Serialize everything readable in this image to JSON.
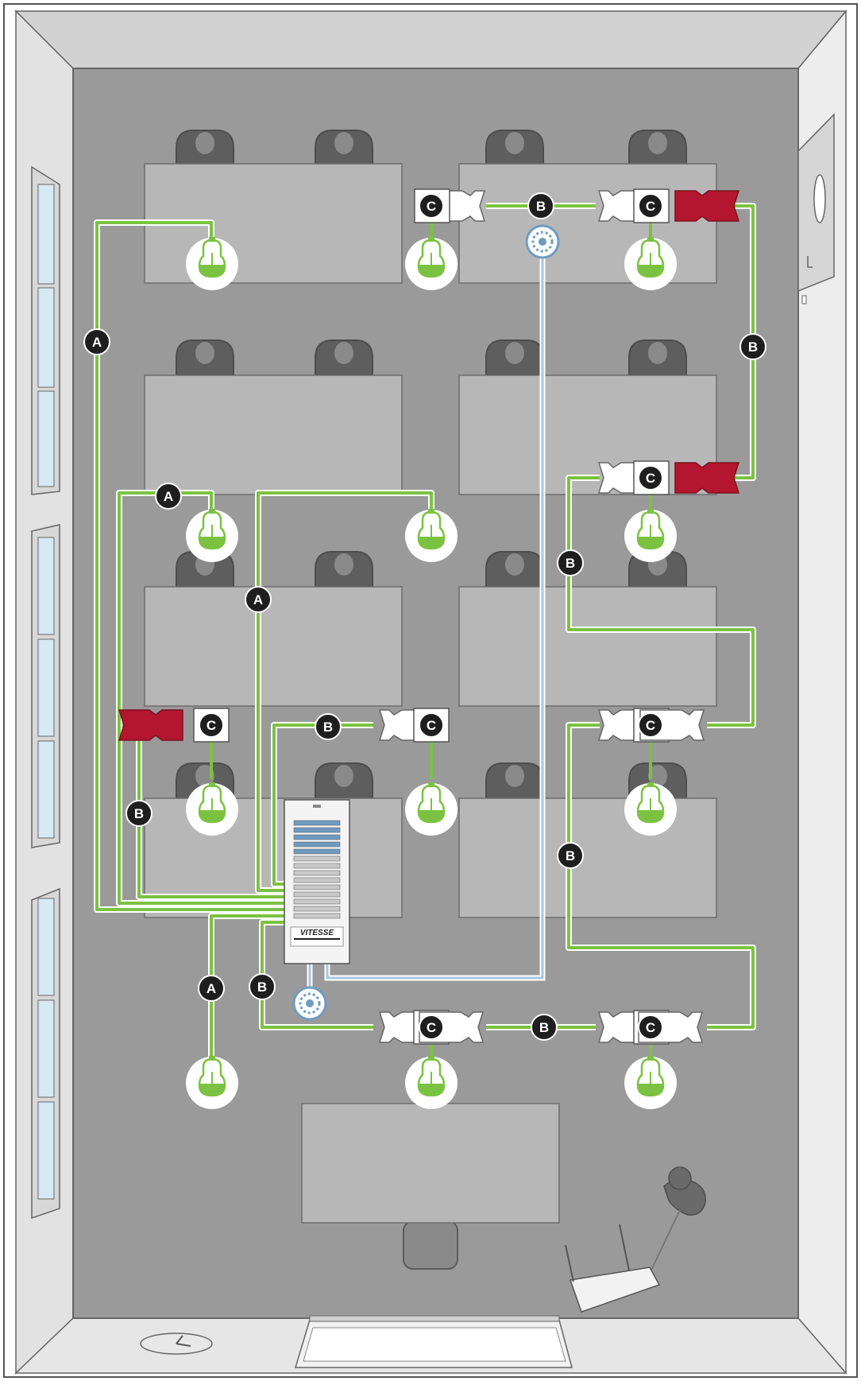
{
  "diagram": {
    "cable_labels": {
      "a": "A",
      "b": "B",
      "c": "C"
    },
    "controller": {
      "brand": "VITESSE"
    },
    "colors": {
      "outer_wall": "#d2d2d2",
      "side_wall": "#e2e2e2",
      "floor": "#9a9a9a",
      "desk": "#b7b7b7",
      "chair": "#5e5e5e",
      "cable_green": "#7cc242",
      "cable_blue": "#a9c6dc",
      "badge_dark": "#1e1e1e",
      "blind_red": "#b3162e",
      "window_glass": "#d7e9f3",
      "lamp_green": "#7cc242"
    }
  }
}
